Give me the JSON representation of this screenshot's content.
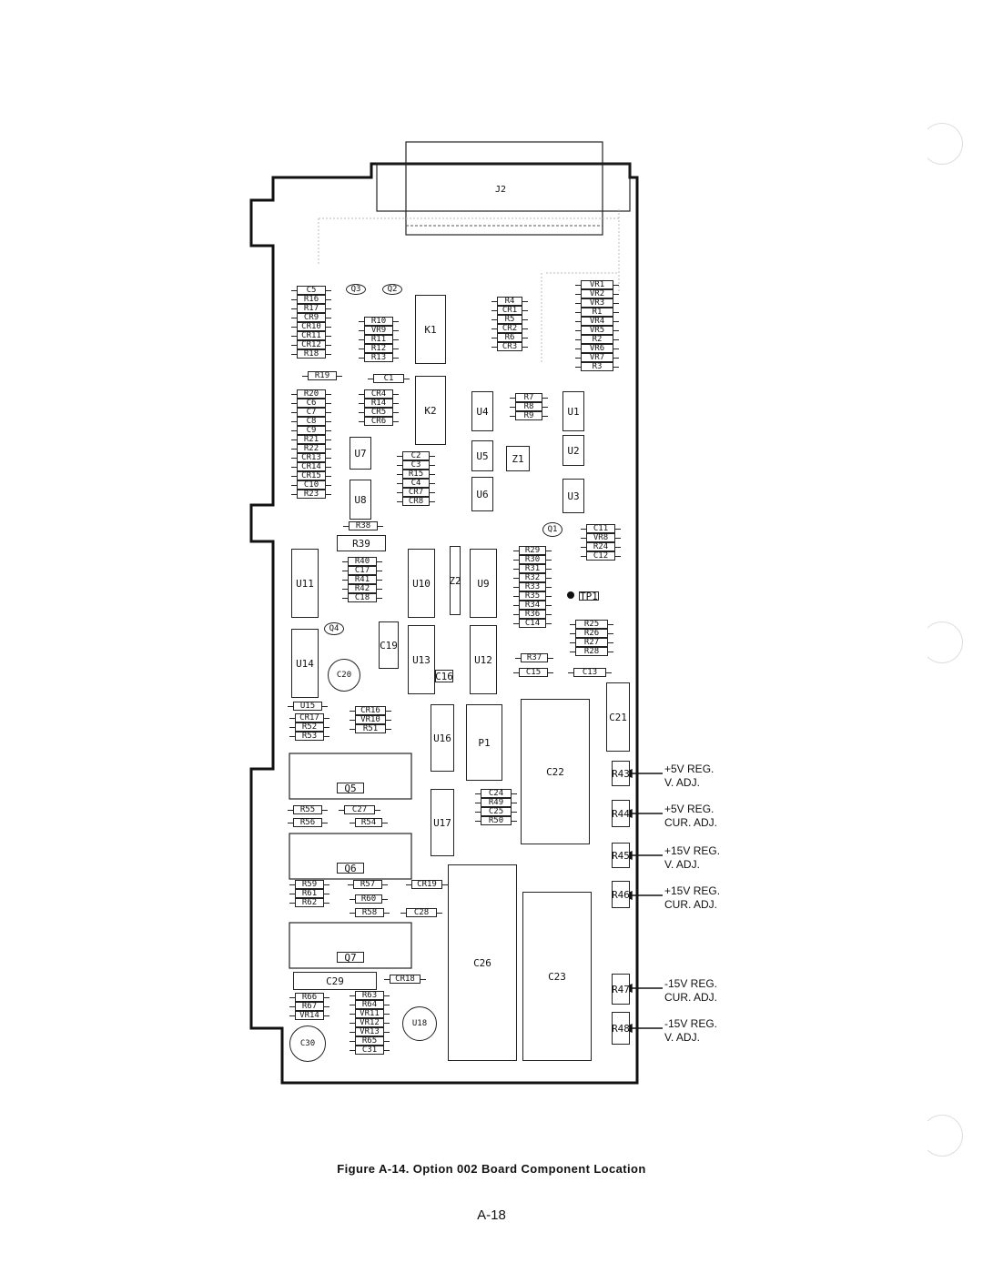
{
  "figure": {
    "caption": "Figure A-14. Option 002 Board Component Location",
    "page_number": "A-18",
    "connector_label": "J2"
  },
  "components": {
    "left_column_top": [
      "C5",
      "R16",
      "R17",
      "CR9",
      "CR10",
      "CR11",
      "CR12",
      "R18"
    ],
    "left_column_mid": [
      "R20",
      "C6",
      "C7",
      "C8",
      "C9",
      "R21",
      "R22",
      "CR13",
      "CR14",
      "CR15",
      "C10",
      "R23"
    ],
    "r19": "R19",
    "center_stack_a": [
      "R10",
      "VR9",
      "R11",
      "R12",
      "R13"
    ],
    "c1": "C1",
    "center_stack_b": [
      "CR4",
      "R14",
      "CR5",
      "CR6"
    ],
    "relays": [
      "K1",
      "K2"
    ],
    "transistors_top": [
      "Q3",
      "Q2"
    ],
    "top_mid_stack": [
      "R4",
      "CR1",
      "R5",
      "CR2",
      "R6",
      "CR3"
    ],
    "right_top_stack": [
      "VR1",
      "VR2",
      "VR3",
      "R1",
      "VR4",
      "VR5",
      "R2",
      "VR6",
      "VR7",
      "R3"
    ],
    "mid_small_stack": [
      "R7",
      "R8",
      "R9"
    ],
    "ics_upper": [
      "U4",
      "U1",
      "U5",
      "U2",
      "U6",
      "U3",
      "U7",
      "U8"
    ],
    "z1": "Z1",
    "mid_stack_c": [
      "C2",
      "C3",
      "R15",
      "C4",
      "CR7",
      "CR8"
    ],
    "q1": "Q1",
    "right_stack_c": [
      "C11",
      "VR8",
      "R24",
      "C12"
    ],
    "r38": "R38",
    "r39": "R39",
    "stack_d": [
      "R40",
      "C17",
      "R41",
      "R42",
      "C18"
    ],
    "ics_mid": [
      "U11",
      "U10",
      "U9",
      "U14",
      "U13",
      "U12",
      "U15",
      "U16",
      "U17"
    ],
    "z2": "Z2",
    "resistor_column": [
      "R29",
      "R30",
      "R31",
      "R32",
      "R33",
      "R35",
      "R34",
      "R36",
      "C14"
    ],
    "tp1": "TP1",
    "stack_e": [
      "R25",
      "R26",
      "R27",
      "R28"
    ],
    "r37": "R37",
    "c15": "C15",
    "c13": "C13",
    "q4": "Q4",
    "c19": "C19",
    "c20": "C20",
    "c16": "C16",
    "stack_f": [
      "CR17",
      "R52",
      "R53"
    ],
    "stack_g": [
      "CR16",
      "VR10",
      "R51"
    ],
    "p1": "P1",
    "c21": "C21",
    "c22": "C22",
    "c23": "C23",
    "c26": "C26",
    "stack_h": [
      "C24",
      "R49",
      "C25",
      "R50"
    ],
    "q5": "Q5",
    "q6": "Q6",
    "q7": "Q7",
    "r55": "R55",
    "r56": "R56",
    "c27": "C27",
    "r54": "R54",
    "stack_i": [
      "R59",
      "R61",
      "R62"
    ],
    "r57": "R57",
    "r60": "R60",
    "r58": "R58",
    "cr19": "CR19",
    "c28": "C28",
    "c29": "C29",
    "cr18": "CR18",
    "stack_j": [
      "R66",
      "R67",
      "VR14"
    ],
    "stack_k": [
      "R63",
      "R64",
      "VR11",
      "VR12",
      "VR13",
      "R65",
      "C31"
    ],
    "u18": "U18",
    "c30": "C30",
    "adjust_pots": [
      "R43",
      "R44",
      "R45",
      "R46",
      "R47",
      "R48"
    ]
  },
  "callouts": [
    {
      "line1": "+5V REG.",
      "line2": "V. ADJ."
    },
    {
      "line1": "+5V REG.",
      "line2": "CUR. ADJ."
    },
    {
      "line1": "+15V REG.",
      "line2": "V. ADJ."
    },
    {
      "line1": "+15V REG.",
      "line2": "CUR. ADJ."
    },
    {
      "line1": "-15V REG.",
      "line2": "CUR. ADJ."
    },
    {
      "line1": "-15V REG.",
      "line2": "V. ADJ."
    }
  ]
}
